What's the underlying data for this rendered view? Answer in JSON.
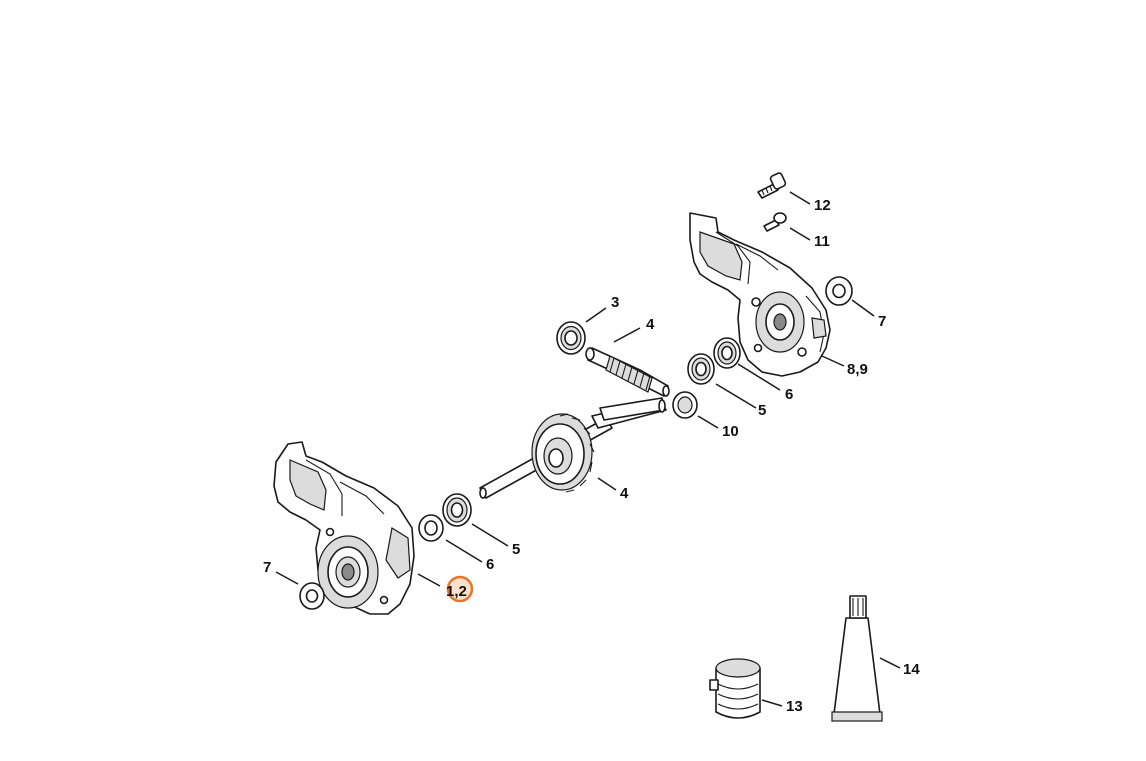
{
  "diagram": {
    "highlight_color": "#e8742a",
    "callouts": [
      {
        "id": "c12",
        "label": "12"
      },
      {
        "id": "c11",
        "label": "11"
      },
      {
        "id": "c7a",
        "label": "7"
      },
      {
        "id": "c3",
        "label": "3"
      },
      {
        "id": "c4a",
        "label": "4"
      },
      {
        "id": "c89",
        "label": "8,9"
      },
      {
        "id": "c6a",
        "label": "6"
      },
      {
        "id": "c5a",
        "label": "5"
      },
      {
        "id": "c10",
        "label": "10"
      },
      {
        "id": "c4b",
        "label": "4"
      },
      {
        "id": "c5b",
        "label": "5"
      },
      {
        "id": "c6b",
        "label": "6"
      },
      {
        "id": "c7b",
        "label": "7"
      },
      {
        "id": "c12h",
        "label": "1,2",
        "highlighted": true
      },
      {
        "id": "c13",
        "label": "13"
      },
      {
        "id": "c14",
        "label": "14"
      }
    ]
  }
}
